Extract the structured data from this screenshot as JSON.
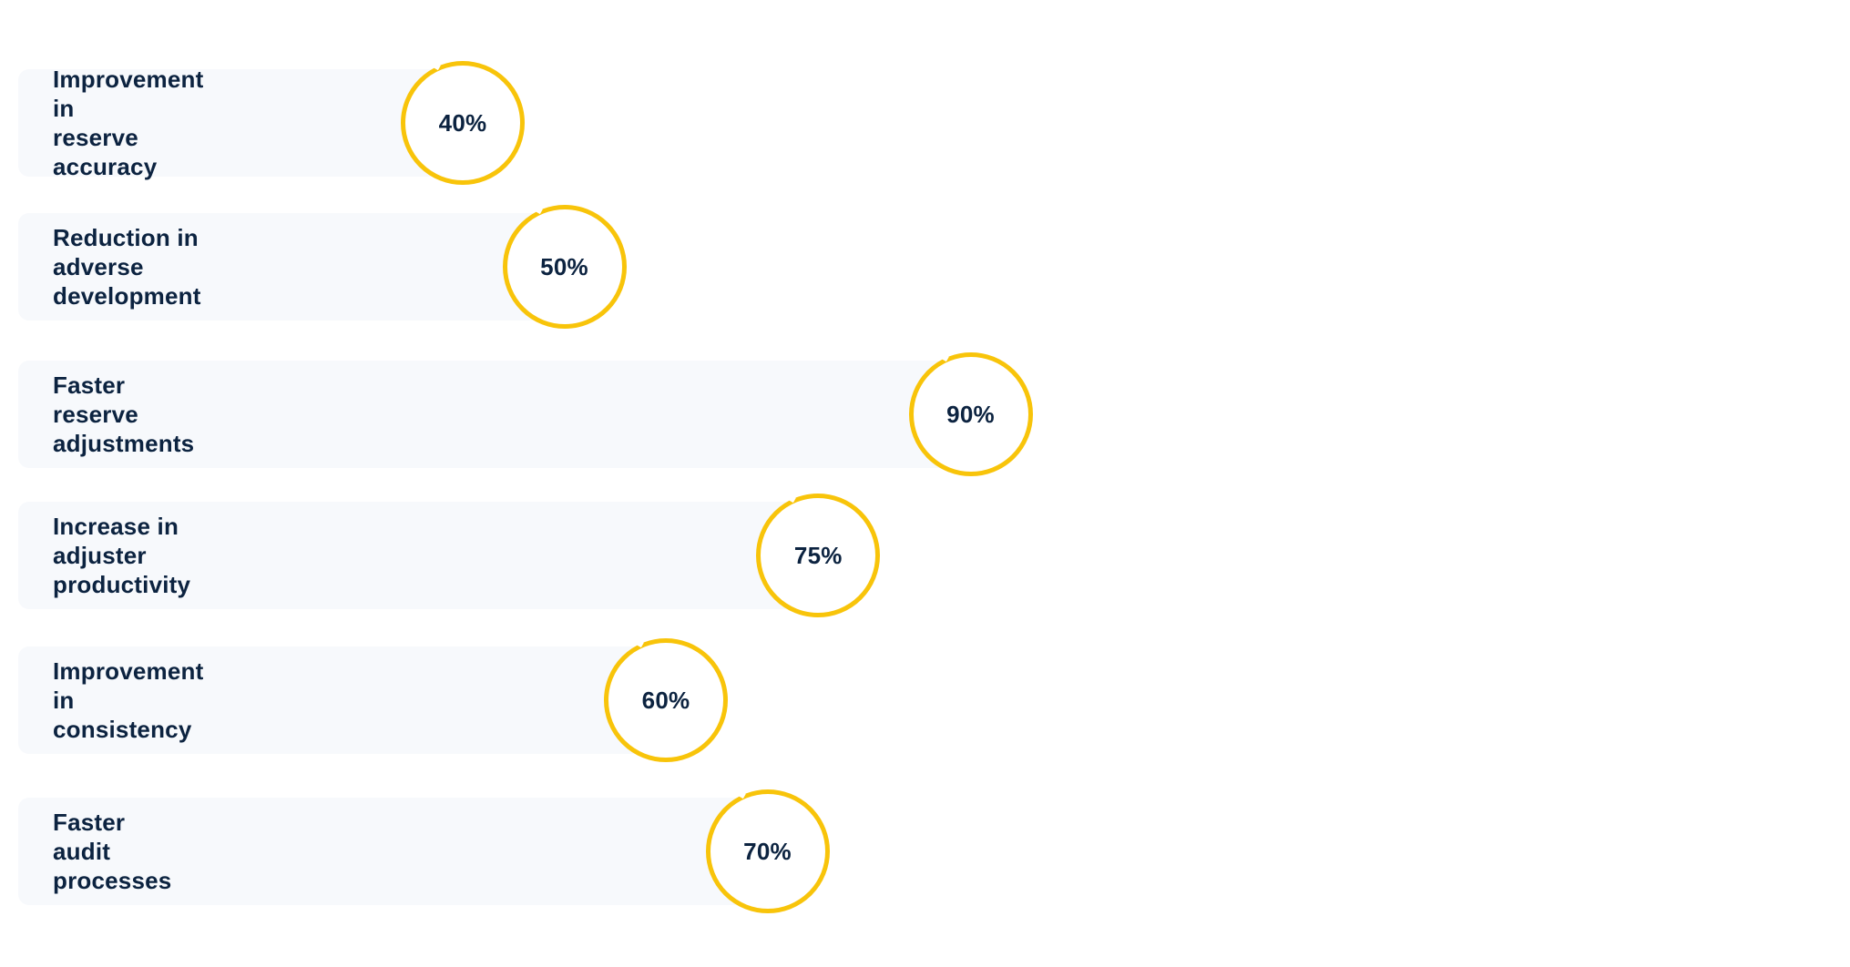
{
  "chart_data": {
    "type": "bar",
    "orientation": "horizontal",
    "categories": [
      "Improvement in\nreserve accuracy",
      "Reduction in\nadverse development",
      "Faster reserve\nadjustments",
      "Increase in\nadjuster productivity",
      "Improvement\nin consistency",
      "Faster audit\nprocesses"
    ],
    "values": [
      40,
      50,
      90,
      75,
      60,
      70
    ],
    "value_labels": [
      "40%",
      "50%",
      "90%",
      "75%",
      "60%",
      "70%"
    ],
    "xlim": [
      0,
      100
    ],
    "grid": false,
    "colors": {
      "bar": "#f7f9fc",
      "ring": "#f8c40a",
      "text": "#0c2340"
    }
  }
}
